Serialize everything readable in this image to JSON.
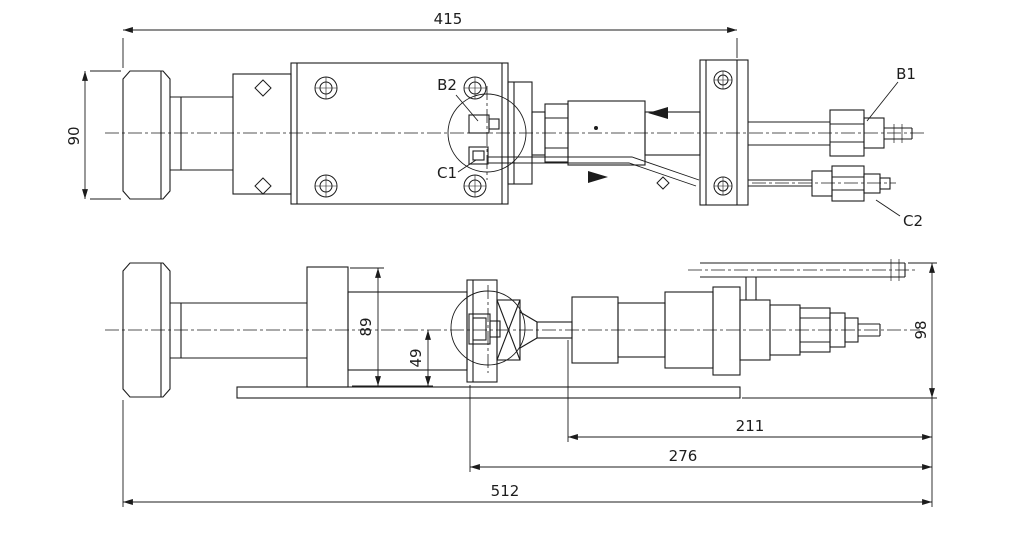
{
  "drawing": {
    "type": "technical-drawing",
    "views": {
      "top_view": "top-view",
      "side_view": "side-view"
    },
    "dims": {
      "d415": "415",
      "d90": "90",
      "d89": "89",
      "d49": "49",
      "d98": "98",
      "d211": "211",
      "d276": "276",
      "d512": "512"
    },
    "ports": {
      "b1": "B1",
      "b2": "B2",
      "c1": "C1",
      "c2": "C2"
    },
    "colors": {
      "line": "#1c1c1c",
      "background": "#ffffff"
    }
  }
}
